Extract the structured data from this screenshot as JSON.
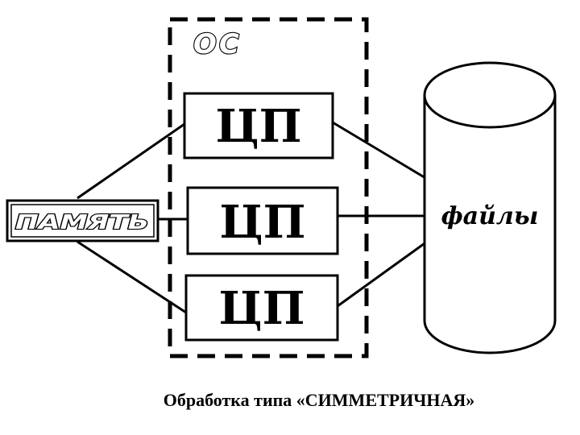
{
  "os": {
    "label": "ОС"
  },
  "memory": {
    "label": "ПАМЯТЬ"
  },
  "cpus": [
    {
      "label": "ЦП"
    },
    {
      "label": "ЦП"
    },
    {
      "label": "ЦП"
    }
  ],
  "files": {
    "label": "файлы"
  },
  "caption": "Обработка типа «СИММЕТРИЧНАЯ»"
}
